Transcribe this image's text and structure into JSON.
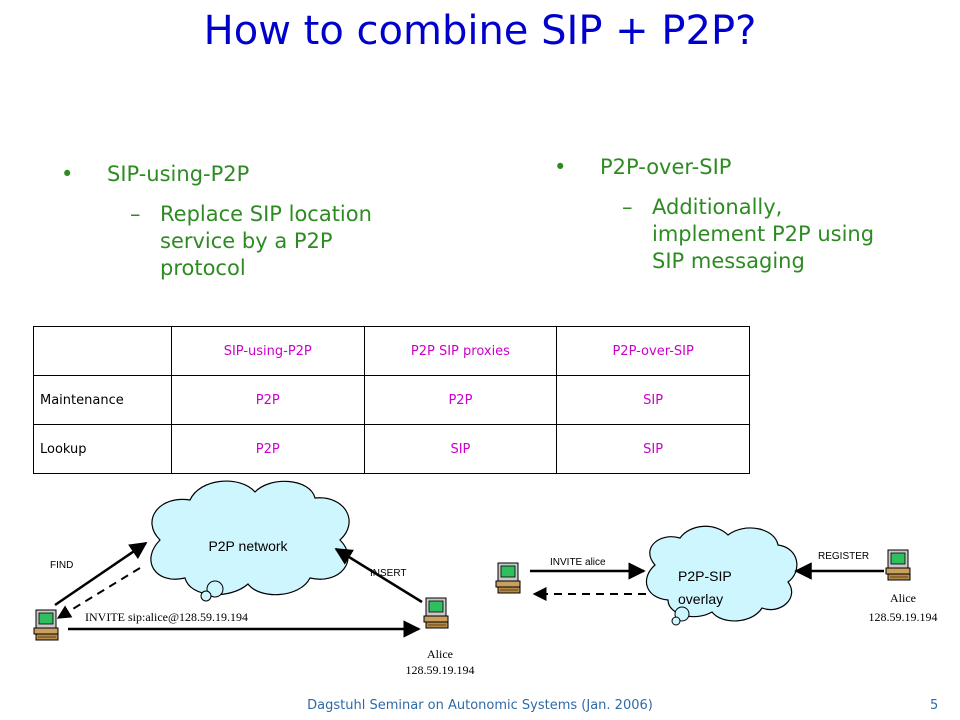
{
  "slide": {
    "title": "How to combine SIP + P2P?",
    "left": {
      "bullet": "SIP-using-P2P",
      "sub": [
        "Replace SIP location",
        "service by a P2P",
        "protocol"
      ]
    },
    "right": {
      "bullet": "P2P-over-SIP",
      "sub": [
        "Additionally,",
        "implement P2P using",
        "SIP messaging"
      ]
    },
    "table": {
      "headers": [
        "",
        "SIP-using-P2P",
        "P2P SIP proxies",
        "P2P-over-SIP"
      ],
      "rows": [
        [
          "Maintenance",
          "P2P",
          "P2P",
          "SIP"
        ],
        [
          "Lookup",
          "P2P",
          "SIP",
          "SIP"
        ]
      ]
    },
    "diagram_left": {
      "cloud_label": "P2P network",
      "find_label": "FIND",
      "insert_label": "INSERT",
      "invite_label": "INVITE sip:alice@128.59.19.194",
      "alice_name": "Alice",
      "alice_ip": "128.59.19.194"
    },
    "diagram_right": {
      "cloud_label_1": "P2P-SIP",
      "cloud_label_2": "overlay",
      "invite_label": "INVITE alice",
      "register_label": "REGISTER",
      "alice_name": "Alice",
      "alice_ip": "128.59.19.194"
    },
    "footer": "Dagstuhl Seminar on Autonomic Systems (Jan. 2006)",
    "page_number": "5"
  }
}
